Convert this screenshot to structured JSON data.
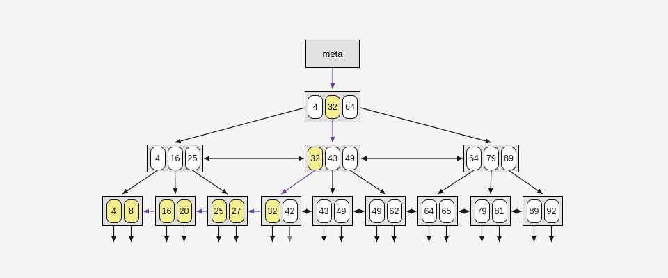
{
  "meta_node": {
    "label": "meta"
  },
  "nodes": {
    "root": {
      "level": "root",
      "keys": [
        {
          "v": "4",
          "hl": false
        },
        {
          "v": "32",
          "hl": true
        },
        {
          "v": "64",
          "hl": false
        }
      ]
    },
    "i0": {
      "level": "internal",
      "keys": [
        {
          "v": "4",
          "hl": false
        },
        {
          "v": "16",
          "hl": false
        },
        {
          "v": "25",
          "hl": false
        }
      ]
    },
    "i1": {
      "level": "internal",
      "keys": [
        {
          "v": "32",
          "hl": true
        },
        {
          "v": "43",
          "hl": false
        },
        {
          "v": "49",
          "hl": false
        }
      ]
    },
    "i2": {
      "level": "internal",
      "keys": [
        {
          "v": "64",
          "hl": false
        },
        {
          "v": "79",
          "hl": false
        },
        {
          "v": "89",
          "hl": false
        }
      ]
    },
    "l0": {
      "level": "leaf",
      "keys": [
        {
          "v": "4",
          "hl": true
        },
        {
          "v": "8",
          "hl": true
        }
      ]
    },
    "l1": {
      "level": "leaf",
      "keys": [
        {
          "v": "16",
          "hl": true
        },
        {
          "v": "20",
          "hl": true
        }
      ]
    },
    "l2": {
      "level": "leaf",
      "keys": [
        {
          "v": "25",
          "hl": true
        },
        {
          "v": "27",
          "hl": true
        }
      ]
    },
    "l3": {
      "level": "leaf",
      "keys": [
        {
          "v": "32",
          "hl": true
        },
        {
          "v": "42",
          "hl": false
        }
      ]
    },
    "l4": {
      "level": "leaf",
      "keys": [
        {
          "v": "43",
          "hl": false
        },
        {
          "v": "49",
          "hl": false
        }
      ]
    },
    "l5": {
      "level": "leaf",
      "keys": [
        {
          "v": "49",
          "hl": false
        },
        {
          "v": "62",
          "hl": false
        }
      ]
    },
    "l6": {
      "level": "leaf",
      "keys": [
        {
          "v": "64",
          "hl": false
        },
        {
          "v": "65",
          "hl": false
        }
      ]
    },
    "l7": {
      "level": "leaf",
      "keys": [
        {
          "v": "79",
          "hl": false
        },
        {
          "v": "81",
          "hl": false
        }
      ]
    },
    "l8": {
      "level": "leaf",
      "keys": [
        {
          "v": "89",
          "hl": false
        },
        {
          "v": "92",
          "hl": false
        }
      ]
    }
  },
  "edges": [
    {
      "from": "meta",
      "to": "root",
      "kind": "meta",
      "style": "purple",
      "heads": "end"
    },
    {
      "from": "root",
      "to": "i0",
      "kind": "child",
      "style": "black",
      "heads": "end"
    },
    {
      "from": "root.k1",
      "to": "i1",
      "kind": "child",
      "style": "purple",
      "heads": "end"
    },
    {
      "from": "root",
      "to": "i2",
      "kind": "child",
      "style": "black",
      "heads": "end"
    },
    {
      "from": "i0",
      "to": "i1",
      "kind": "sibling",
      "style": "black",
      "heads": "both"
    },
    {
      "from": "i1",
      "to": "i2",
      "kind": "sibling",
      "style": "black",
      "heads": "both"
    },
    {
      "from": "i0.k0",
      "to": "l0",
      "kind": "child",
      "style": "black",
      "heads": "end"
    },
    {
      "from": "i0.k1",
      "to": "l1",
      "kind": "child",
      "style": "black",
      "heads": "end"
    },
    {
      "from": "i0.k2",
      "to": "l2",
      "kind": "child",
      "style": "black",
      "heads": "end"
    },
    {
      "from": "i1.k0",
      "to": "l3",
      "kind": "child",
      "style": "purple",
      "heads": "end"
    },
    {
      "from": "i1.k1",
      "to": "l4",
      "kind": "child",
      "style": "black",
      "heads": "end"
    },
    {
      "from": "i1.k2",
      "to": "l5",
      "kind": "child",
      "style": "black",
      "heads": "end"
    },
    {
      "from": "i2.k0",
      "to": "l6",
      "kind": "child",
      "style": "black",
      "heads": "end"
    },
    {
      "from": "i2.k1",
      "to": "l7",
      "kind": "child",
      "style": "black",
      "heads": "end"
    },
    {
      "from": "i2.k2",
      "to": "l8",
      "kind": "child",
      "style": "black",
      "heads": "end"
    },
    {
      "from": "l1",
      "to": "l0",
      "kind": "leaflink",
      "style": "purple",
      "heads": "end"
    },
    {
      "from": "l2",
      "to": "l1",
      "kind": "leaflink",
      "style": "purple",
      "heads": "end"
    },
    {
      "from": "l3",
      "to": "l2",
      "kind": "leaflink",
      "style": "purple",
      "heads": "end"
    },
    {
      "from": "l3",
      "to": "l4",
      "kind": "leaflink",
      "style": "black",
      "heads": "both"
    },
    {
      "from": "l4",
      "to": "l5",
      "kind": "leaflink",
      "style": "black",
      "heads": "both"
    },
    {
      "from": "l5",
      "to": "l6",
      "kind": "leaflink",
      "style": "black",
      "heads": "both"
    },
    {
      "from": "l6",
      "to": "l7",
      "kind": "leaflink",
      "style": "black",
      "heads": "both"
    },
    {
      "from": "l7",
      "to": "l8",
      "kind": "leaflink",
      "style": "black",
      "heads": "both"
    },
    {
      "from": "l0.k0",
      "kind": "record",
      "style": "black",
      "heads": "end"
    },
    {
      "from": "l0.k1",
      "kind": "record",
      "style": "black",
      "heads": "end"
    },
    {
      "from": "l1.k0",
      "kind": "record",
      "style": "black",
      "heads": "end"
    },
    {
      "from": "l1.k1",
      "kind": "record",
      "style": "black",
      "heads": "end"
    },
    {
      "from": "l2.k0",
      "kind": "record",
      "style": "black",
      "heads": "end"
    },
    {
      "from": "l2.k1",
      "kind": "record",
      "style": "black",
      "heads": "end"
    },
    {
      "from": "l3.k0",
      "kind": "record",
      "style": "black",
      "heads": "end"
    },
    {
      "from": "l3.k1",
      "kind": "record",
      "style": "gray",
      "heads": "end"
    },
    {
      "from": "l4.k0",
      "kind": "record",
      "style": "black",
      "heads": "end"
    },
    {
      "from": "l4.k1",
      "kind": "record",
      "style": "black",
      "heads": "end"
    },
    {
      "from": "l5.k0",
      "kind": "record",
      "style": "black",
      "heads": "end"
    },
    {
      "from": "l5.k1",
      "kind": "record",
      "style": "black",
      "heads": "end"
    },
    {
      "from": "l6.k0",
      "kind": "record",
      "style": "black",
      "heads": "end"
    },
    {
      "from": "l6.k1",
      "kind": "record",
      "style": "black",
      "heads": "end"
    },
    {
      "from": "l7.k0",
      "kind": "record",
      "style": "black",
      "heads": "end"
    },
    {
      "from": "l7.k1",
      "kind": "record",
      "style": "black",
      "heads": "end"
    },
    {
      "from": "l8.k0",
      "kind": "record",
      "style": "black",
      "heads": "end"
    },
    {
      "from": "l8.k1",
      "kind": "record",
      "style": "black",
      "heads": "end"
    }
  ],
  "colors": {
    "background": "#f5f5f5",
    "node_fill": "#e2e2e2",
    "node_border": "#000000",
    "key_fill": "#fefefe",
    "key_highlight": "#f4ef8e",
    "arrow_black": "#1a1a1a",
    "arrow_purple": "#6e3fa3",
    "arrow_gray": "#828282"
  }
}
